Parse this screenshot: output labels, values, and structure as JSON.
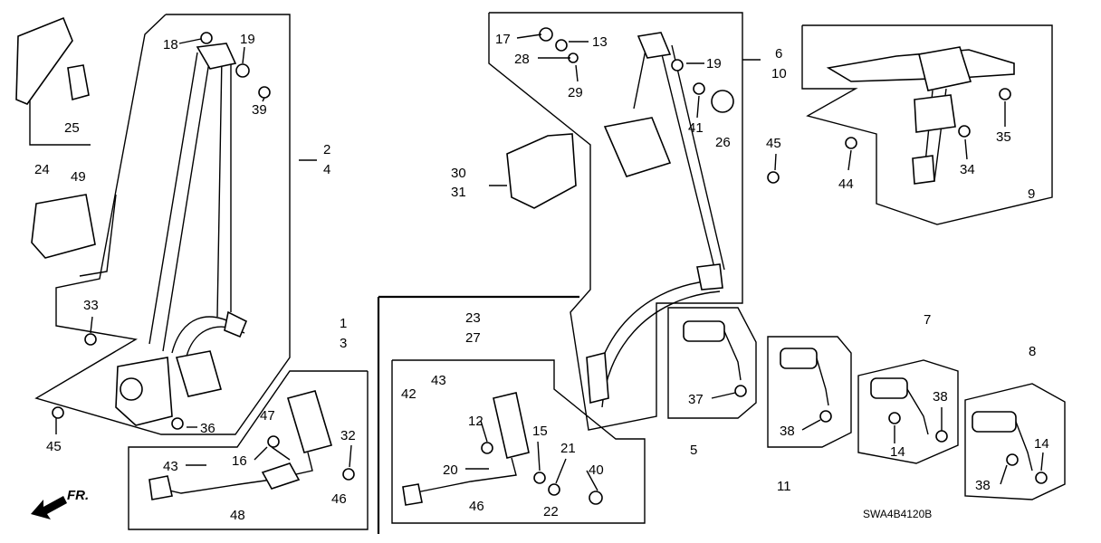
{
  "callouts": [
    {
      "id": "c1",
      "label": "1"
    },
    {
      "id": "c2",
      "label": "2"
    },
    {
      "id": "c3",
      "label": "3"
    },
    {
      "id": "c4",
      "label": "4"
    },
    {
      "id": "c5",
      "label": "5"
    },
    {
      "id": "c6",
      "label": "6"
    },
    {
      "id": "c7",
      "label": "7"
    },
    {
      "id": "c8",
      "label": "8"
    },
    {
      "id": "c9",
      "label": "9"
    },
    {
      "id": "c10",
      "label": "10"
    },
    {
      "id": "c11",
      "label": "11"
    },
    {
      "id": "c12",
      "label": "12"
    },
    {
      "id": "c13",
      "label": "13"
    },
    {
      "id": "c14a",
      "label": "14"
    },
    {
      "id": "c14b",
      "label": "14"
    },
    {
      "id": "c15",
      "label": "15"
    },
    {
      "id": "c16",
      "label": "16"
    },
    {
      "id": "c17",
      "label": "17"
    },
    {
      "id": "c18",
      "label": "18"
    },
    {
      "id": "c19a",
      "label": "19"
    },
    {
      "id": "c19b",
      "label": "19"
    },
    {
      "id": "c20",
      "label": "20"
    },
    {
      "id": "c21",
      "label": "21"
    },
    {
      "id": "c22",
      "label": "22"
    },
    {
      "id": "c23",
      "label": "23"
    },
    {
      "id": "c24",
      "label": "24"
    },
    {
      "id": "c25",
      "label": "25"
    },
    {
      "id": "c26",
      "label": "26"
    },
    {
      "id": "c27",
      "label": "27"
    },
    {
      "id": "c28",
      "label": "28"
    },
    {
      "id": "c29",
      "label": "29"
    },
    {
      "id": "c30",
      "label": "30"
    },
    {
      "id": "c31",
      "label": "31"
    },
    {
      "id": "c32",
      "label": "32"
    },
    {
      "id": "c33",
      "label": "33"
    },
    {
      "id": "c34",
      "label": "34"
    },
    {
      "id": "c35",
      "label": "35"
    },
    {
      "id": "c36",
      "label": "36"
    },
    {
      "id": "c37",
      "label": "37"
    },
    {
      "id": "c38a",
      "label": "38"
    },
    {
      "id": "c38b",
      "label": "38"
    },
    {
      "id": "c38c",
      "label": "38"
    },
    {
      "id": "c39",
      "label": "39"
    },
    {
      "id": "c40",
      "label": "40"
    },
    {
      "id": "c41",
      "label": "41"
    },
    {
      "id": "c42",
      "label": "42"
    },
    {
      "id": "c43a",
      "label": "43"
    },
    {
      "id": "c43b",
      "label": "43"
    },
    {
      "id": "c44",
      "label": "44"
    },
    {
      "id": "c45a",
      "label": "45"
    },
    {
      "id": "c45b",
      "label": "45"
    },
    {
      "id": "c46a",
      "label": "46"
    },
    {
      "id": "c46b",
      "label": "46"
    },
    {
      "id": "c47",
      "label": "47"
    },
    {
      "id": "c48",
      "label": "48"
    },
    {
      "id": "c49",
      "label": "49"
    }
  ],
  "front_marker": "FR.",
  "diagram_code": "SWA4B4120B"
}
